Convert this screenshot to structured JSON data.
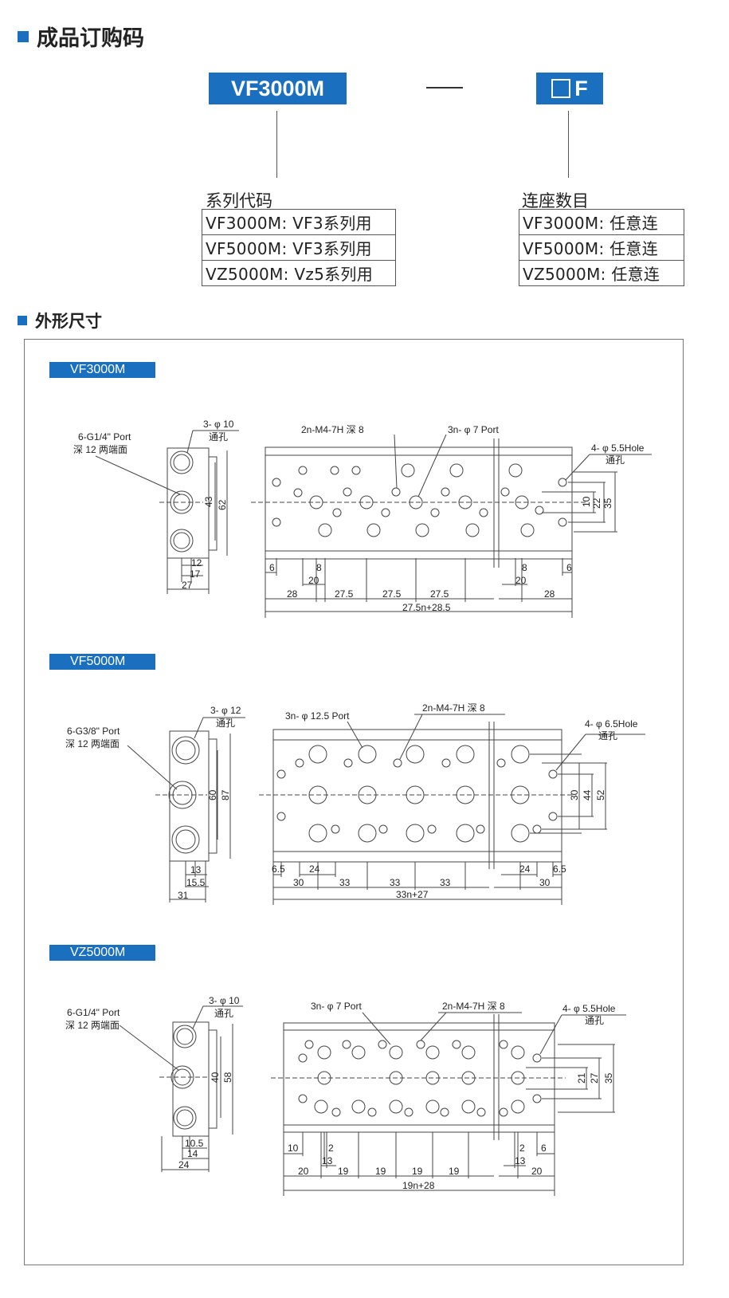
{
  "section1": {
    "title": "成品订购码"
  },
  "order_code": {
    "left_box": "VF3000M",
    "separator": "—",
    "right_box_suffix": "F",
    "left_header": "系列代码",
    "right_header": "连座数目",
    "series_rows": [
      "VF3000M: VF3系列用",
      "VF5000M: VF3系列用",
      "VZ5000M: Vz5系列用"
    ],
    "count_rows": [
      "VF3000M: 任意连",
      "VF5000M: 任意连",
      "VZ5000M: 任意连"
    ]
  },
  "section2": {
    "title": "外形尺寸"
  },
  "drawings": [
    {
      "name": "VF3000M",
      "side_port_label_1": "6-G1/4\" Port",
      "side_port_label_2": "深 12 两端面",
      "side_hole_label_1": "3- φ 10",
      "side_hole_label_2": "通孔",
      "side_dims": [
        "43",
        "62",
        "12",
        "17",
        "27"
      ],
      "top_label_a": "2n-M4-7H 深 8",
      "top_label_b": "3n- φ 7  Port",
      "right_hole_label_1": "4- φ 5.5Hole",
      "right_hole_label_2": "通孔",
      "right_dims": [
        "10",
        "22",
        "35"
      ],
      "bottom_dims": [
        "6",
        "8",
        "20",
        "28",
        "27.5",
        "27.5",
        "27.5",
        "8",
        "6",
        "20",
        "28"
      ],
      "total": "27.5n+28.5"
    },
    {
      "name": "VF5000M",
      "side_port_label_1": "6-G3/8\" Port",
      "side_port_label_2": "深 12 两端面",
      "side_hole_label_1": "3- φ 12",
      "side_hole_label_2": "通孔",
      "side_dims": [
        "60",
        "87",
        "13",
        "15.5",
        "31"
      ],
      "top_label_a": "3n- φ 12.5 Port",
      "top_label_b": "2n-M4-7H 深 8",
      "right_hole_label_1": "4- φ 6.5Hole",
      "right_hole_label_2": "通孔",
      "right_dims": [
        "30",
        "44",
        "52"
      ],
      "bottom_dims": [
        "6.5",
        "24",
        "30",
        "33",
        "33",
        "33",
        "24",
        "6.5",
        "30"
      ],
      "total": "33n+27"
    },
    {
      "name": "VZ5000M",
      "side_port_label_1": "6-G1/4\" Port",
      "side_port_label_2": "深 12 两端面",
      "side_hole_label_1": "3- φ 10",
      "side_hole_label_2": "通孔",
      "side_dims": [
        "40",
        "58",
        "10.5",
        "14",
        "24"
      ],
      "top_label_a": "3n- φ 7 Port",
      "top_label_b": "2n-M4-7H  深 8",
      "right_hole_label_1": "4- φ 5.5Hole",
      "right_hole_label_2": "通孔",
      "right_dims": [
        "21",
        "27",
        "35"
      ],
      "bottom_dims": [
        "10",
        "2",
        "13",
        "20",
        "19",
        "19",
        "19",
        "19",
        "2",
        "6",
        "13",
        "20"
      ],
      "total": "19n+28"
    }
  ],
  "colors": {
    "accent": "#1a6fbf",
    "line": "#333333"
  }
}
